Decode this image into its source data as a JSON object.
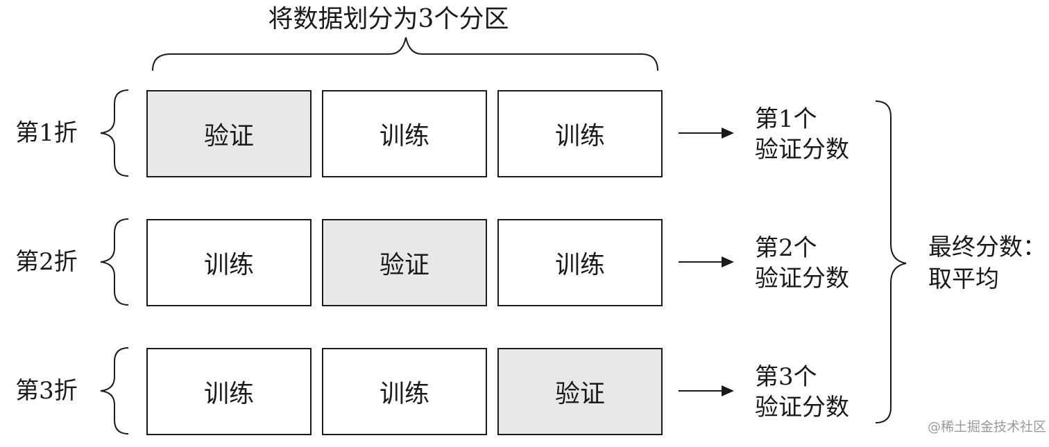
{
  "title": "将数据划分为3个分区",
  "folds": [
    {
      "label": "第1折",
      "cells": [
        {
          "text": "验证",
          "role": "validation"
        },
        {
          "text": "训练",
          "role": "train"
        },
        {
          "text": "训练",
          "role": "train"
        }
      ],
      "score_line1": "第1个",
      "score_line2": "验证分数"
    },
    {
      "label": "第2折",
      "cells": [
        {
          "text": "训练",
          "role": "train"
        },
        {
          "text": "验证",
          "role": "validation"
        },
        {
          "text": "训练",
          "role": "train"
        }
      ],
      "score_line1": "第2个",
      "score_line2": "验证分数"
    },
    {
      "label": "第3折",
      "cells": [
        {
          "text": "训练",
          "role": "train"
        },
        {
          "text": "训练",
          "role": "train"
        },
        {
          "text": "验证",
          "role": "validation"
        }
      ],
      "score_line1": "第3个",
      "score_line2": "验证分数"
    }
  ],
  "final": {
    "line1": "最终分数：",
    "line2": "取平均"
  },
  "watermark": "@稀土掘金技术社区",
  "colors": {
    "validation_fill": "#e8e8e8",
    "train_fill": "#ffffff",
    "stroke": "#1a1a1a"
  }
}
